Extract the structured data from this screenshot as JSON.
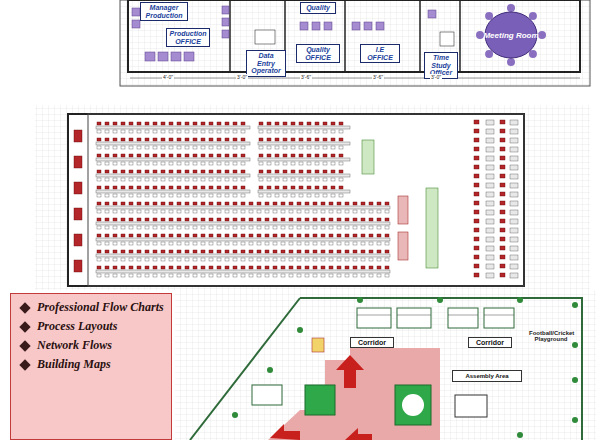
{
  "diagram": {
    "nodes": [
      {
        "text": [
          "Manager Production"
        ]
      },
      {
        "text": [
          "Production OFFICE"
        ]
      },
      {
        "text": [
          "Quality"
        ]
      },
      {
        "text": [
          "Data Entry Operator"
        ]
      },
      {
        "text": [
          "Quality OFFICE"
        ]
      },
      {
        "text": [
          "I.E OFFICE"
        ]
      },
      {
        "text": [
          "Time Study Officer"
        ]
      },
      {
        "text": [
          "Meeting Room"
        ]
      },
      {
        "text": [
          "Professional Flow Charts",
          "Process Layouts",
          "Network Flows",
          "Building Maps"
        ]
      },
      {
        "text": [
          "Corridor"
        ]
      },
      {
        "text": [
          "Corridor"
        ]
      },
      {
        "text": [
          "Assembly Area"
        ]
      }
    ],
    "labels": [
      "4'-0\"",
      "3'-0\"",
      "3'-6\"",
      "3'-6\"",
      "3'-0\"",
      "Football/Cricket Playground"
    ]
  }
}
